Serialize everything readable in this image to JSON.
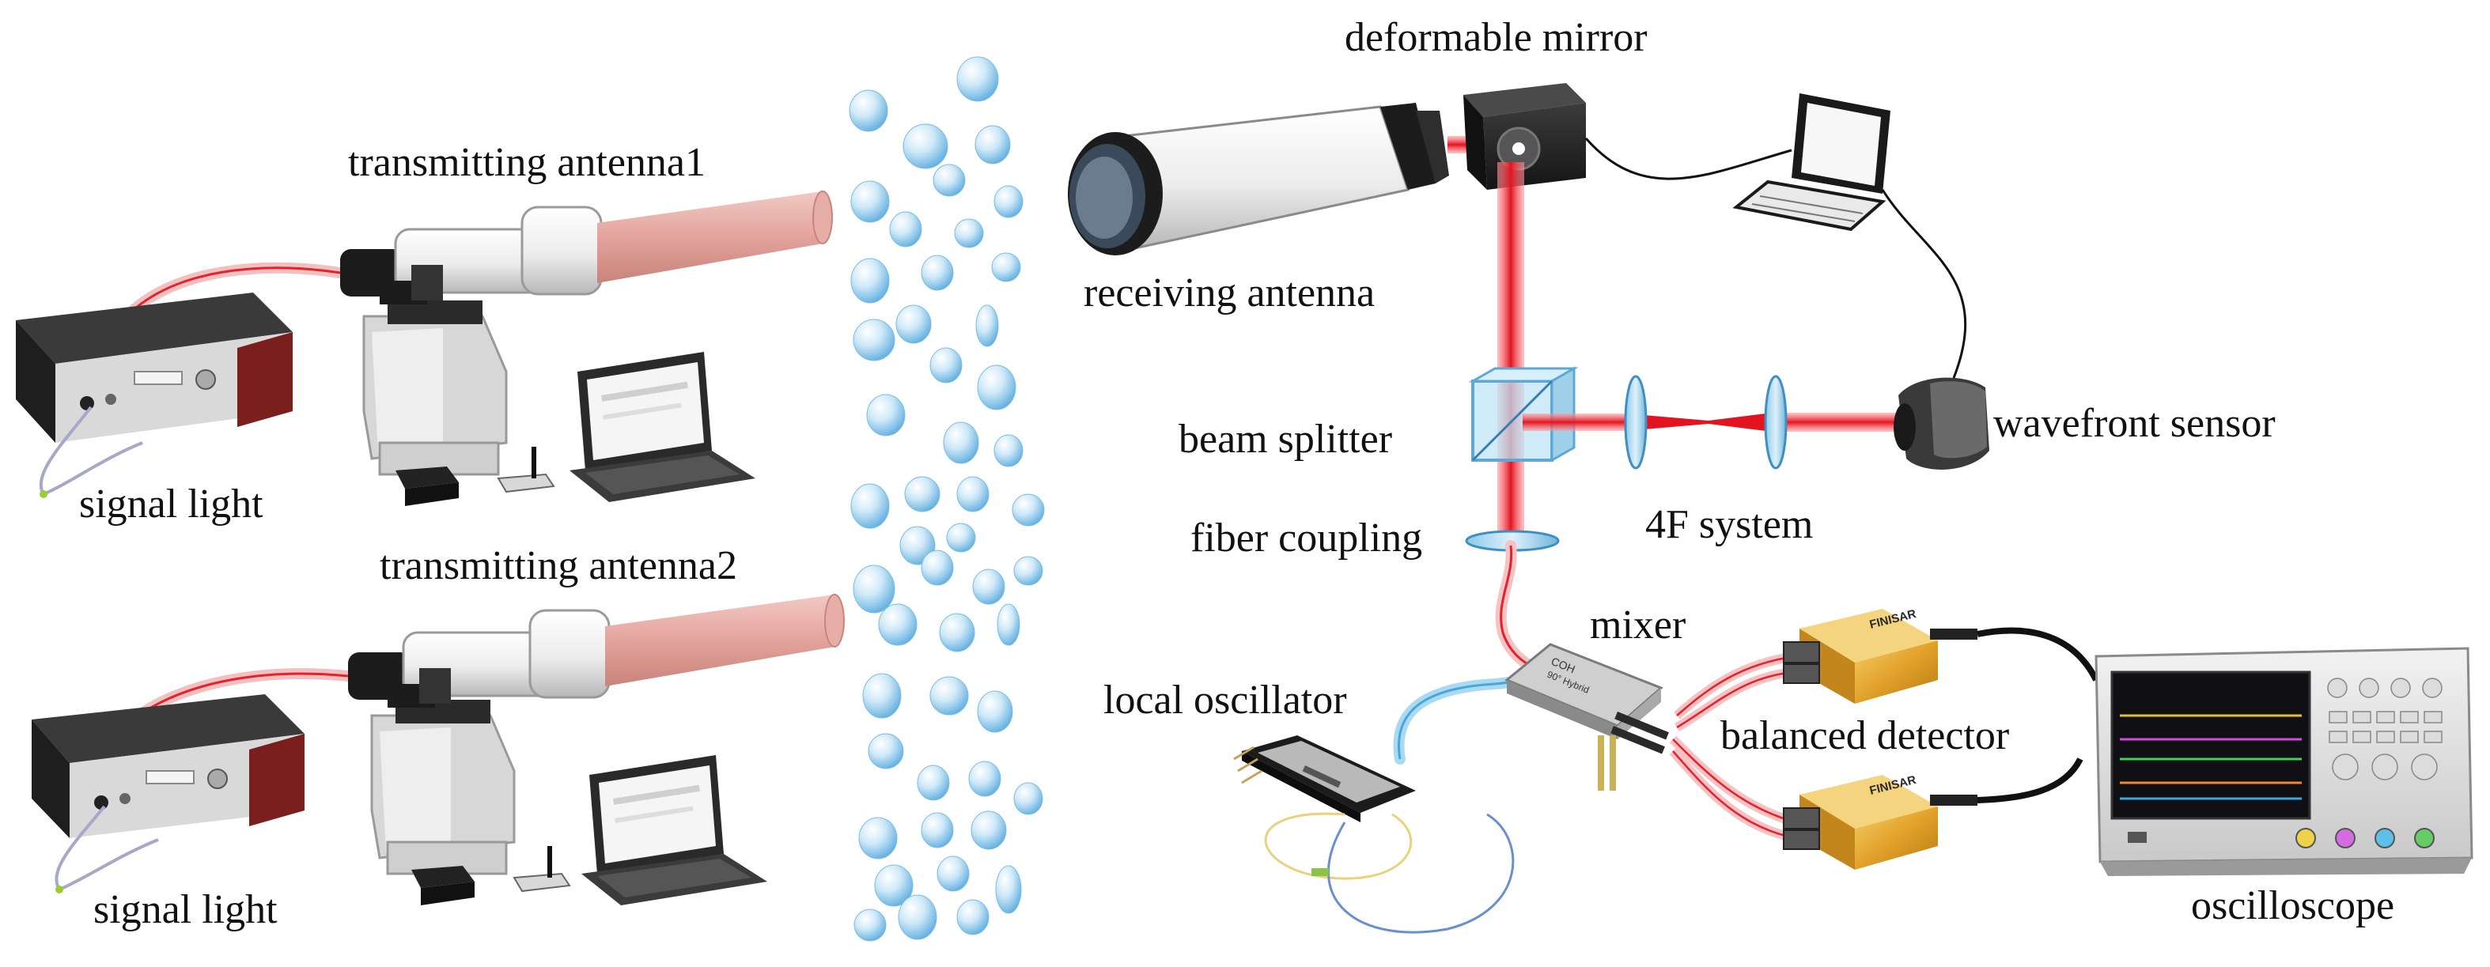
{
  "labels": {
    "deformable_mirror": "deformable mirror",
    "transmitting_antenna1": "transmitting antenna1",
    "transmitting_antenna2": "transmitting antenna2",
    "receiving_antenna": "receiving antenna",
    "signal_light_1": "signal light",
    "signal_light_2": "signal light",
    "beam_splitter": "beam splitter",
    "wavefront_sensor": "wavefront sensor",
    "fiber_coupling": "fiber coupling",
    "four_f_system": "4F system",
    "mixer": "mixer",
    "local_oscillator": "local oscillator",
    "balanced_detector": "balanced detector",
    "oscilloscope": "oscilloscope"
  },
  "device_text": {
    "mixer_line1": "COH",
    "mixer_line2": "90° Hybrid",
    "detector_brand": "FINISAR"
  },
  "colors": {
    "laser": "#e8202a",
    "fiber_glow": "#f4b8b8",
    "beam_tube": "#e8a8a4",
    "water_droplet": "#9fd0ef",
    "lo_fiber": "#7fc4e8",
    "detector_gold": "#e6a52a",
    "cable": "#111111"
  }
}
